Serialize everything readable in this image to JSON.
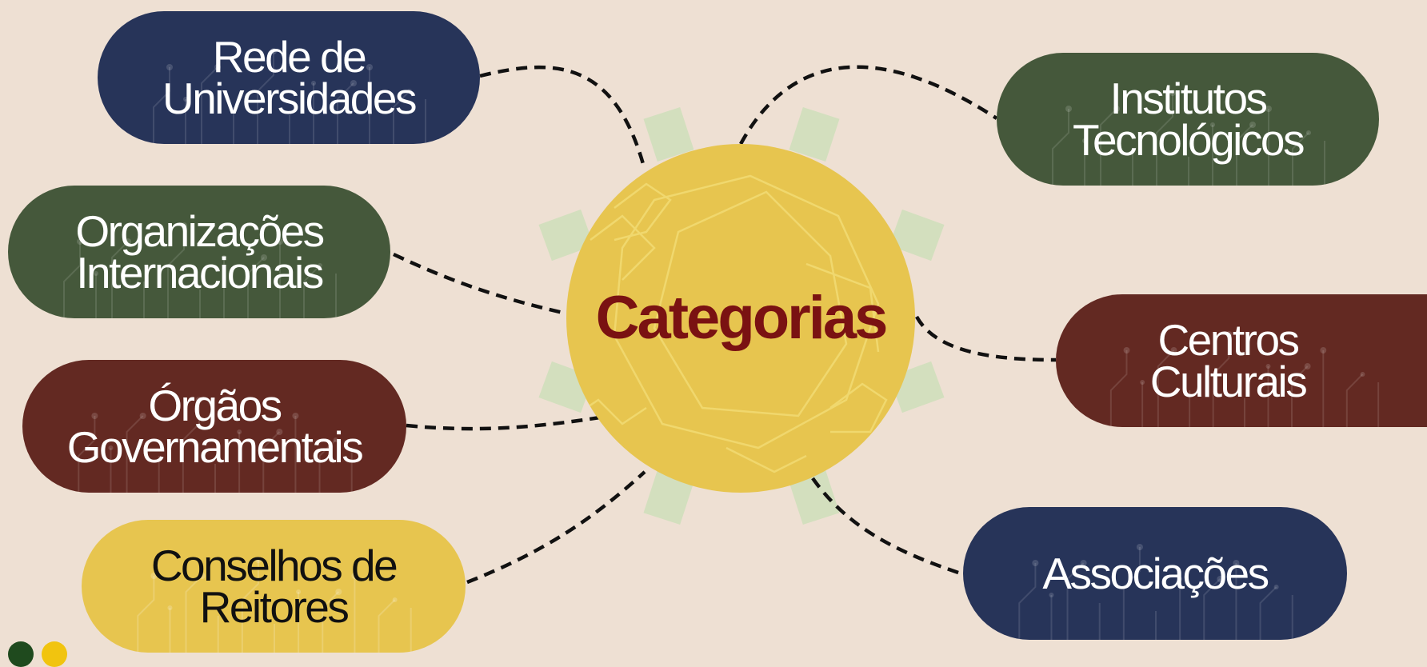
{
  "hub": {
    "title": "Categorias"
  },
  "categories": [
    {
      "key": "rede",
      "lines": [
        "Rede de",
        "Universidades"
      ]
    },
    {
      "key": "org",
      "lines": [
        "Organizações",
        "Internacionais"
      ]
    },
    {
      "key": "orgaos",
      "lines": [
        "Órgãos",
        "Governamentais"
      ]
    },
    {
      "key": "conselhos",
      "lines": [
        "Conselhos de",
        "Reitores"
      ]
    },
    {
      "key": "institutos",
      "lines": [
        "Institutos",
        "Tecnológicos"
      ]
    },
    {
      "key": "centros",
      "lines": [
        "Centros",
        "Culturais"
      ]
    },
    {
      "key": "assoc",
      "lines": [
        "Associações"
      ]
    }
  ],
  "colors": {
    "background": "#EEE0D3",
    "navy": "#273459",
    "green": "#45583B",
    "maroon": "#632922",
    "gold": "#E7C54F",
    "title": "#7A1212",
    "rays": "#D3DFBE",
    "connector": "#111111"
  },
  "corner_dots": [
    "#1F4A1E",
    "#F1C40F"
  ]
}
